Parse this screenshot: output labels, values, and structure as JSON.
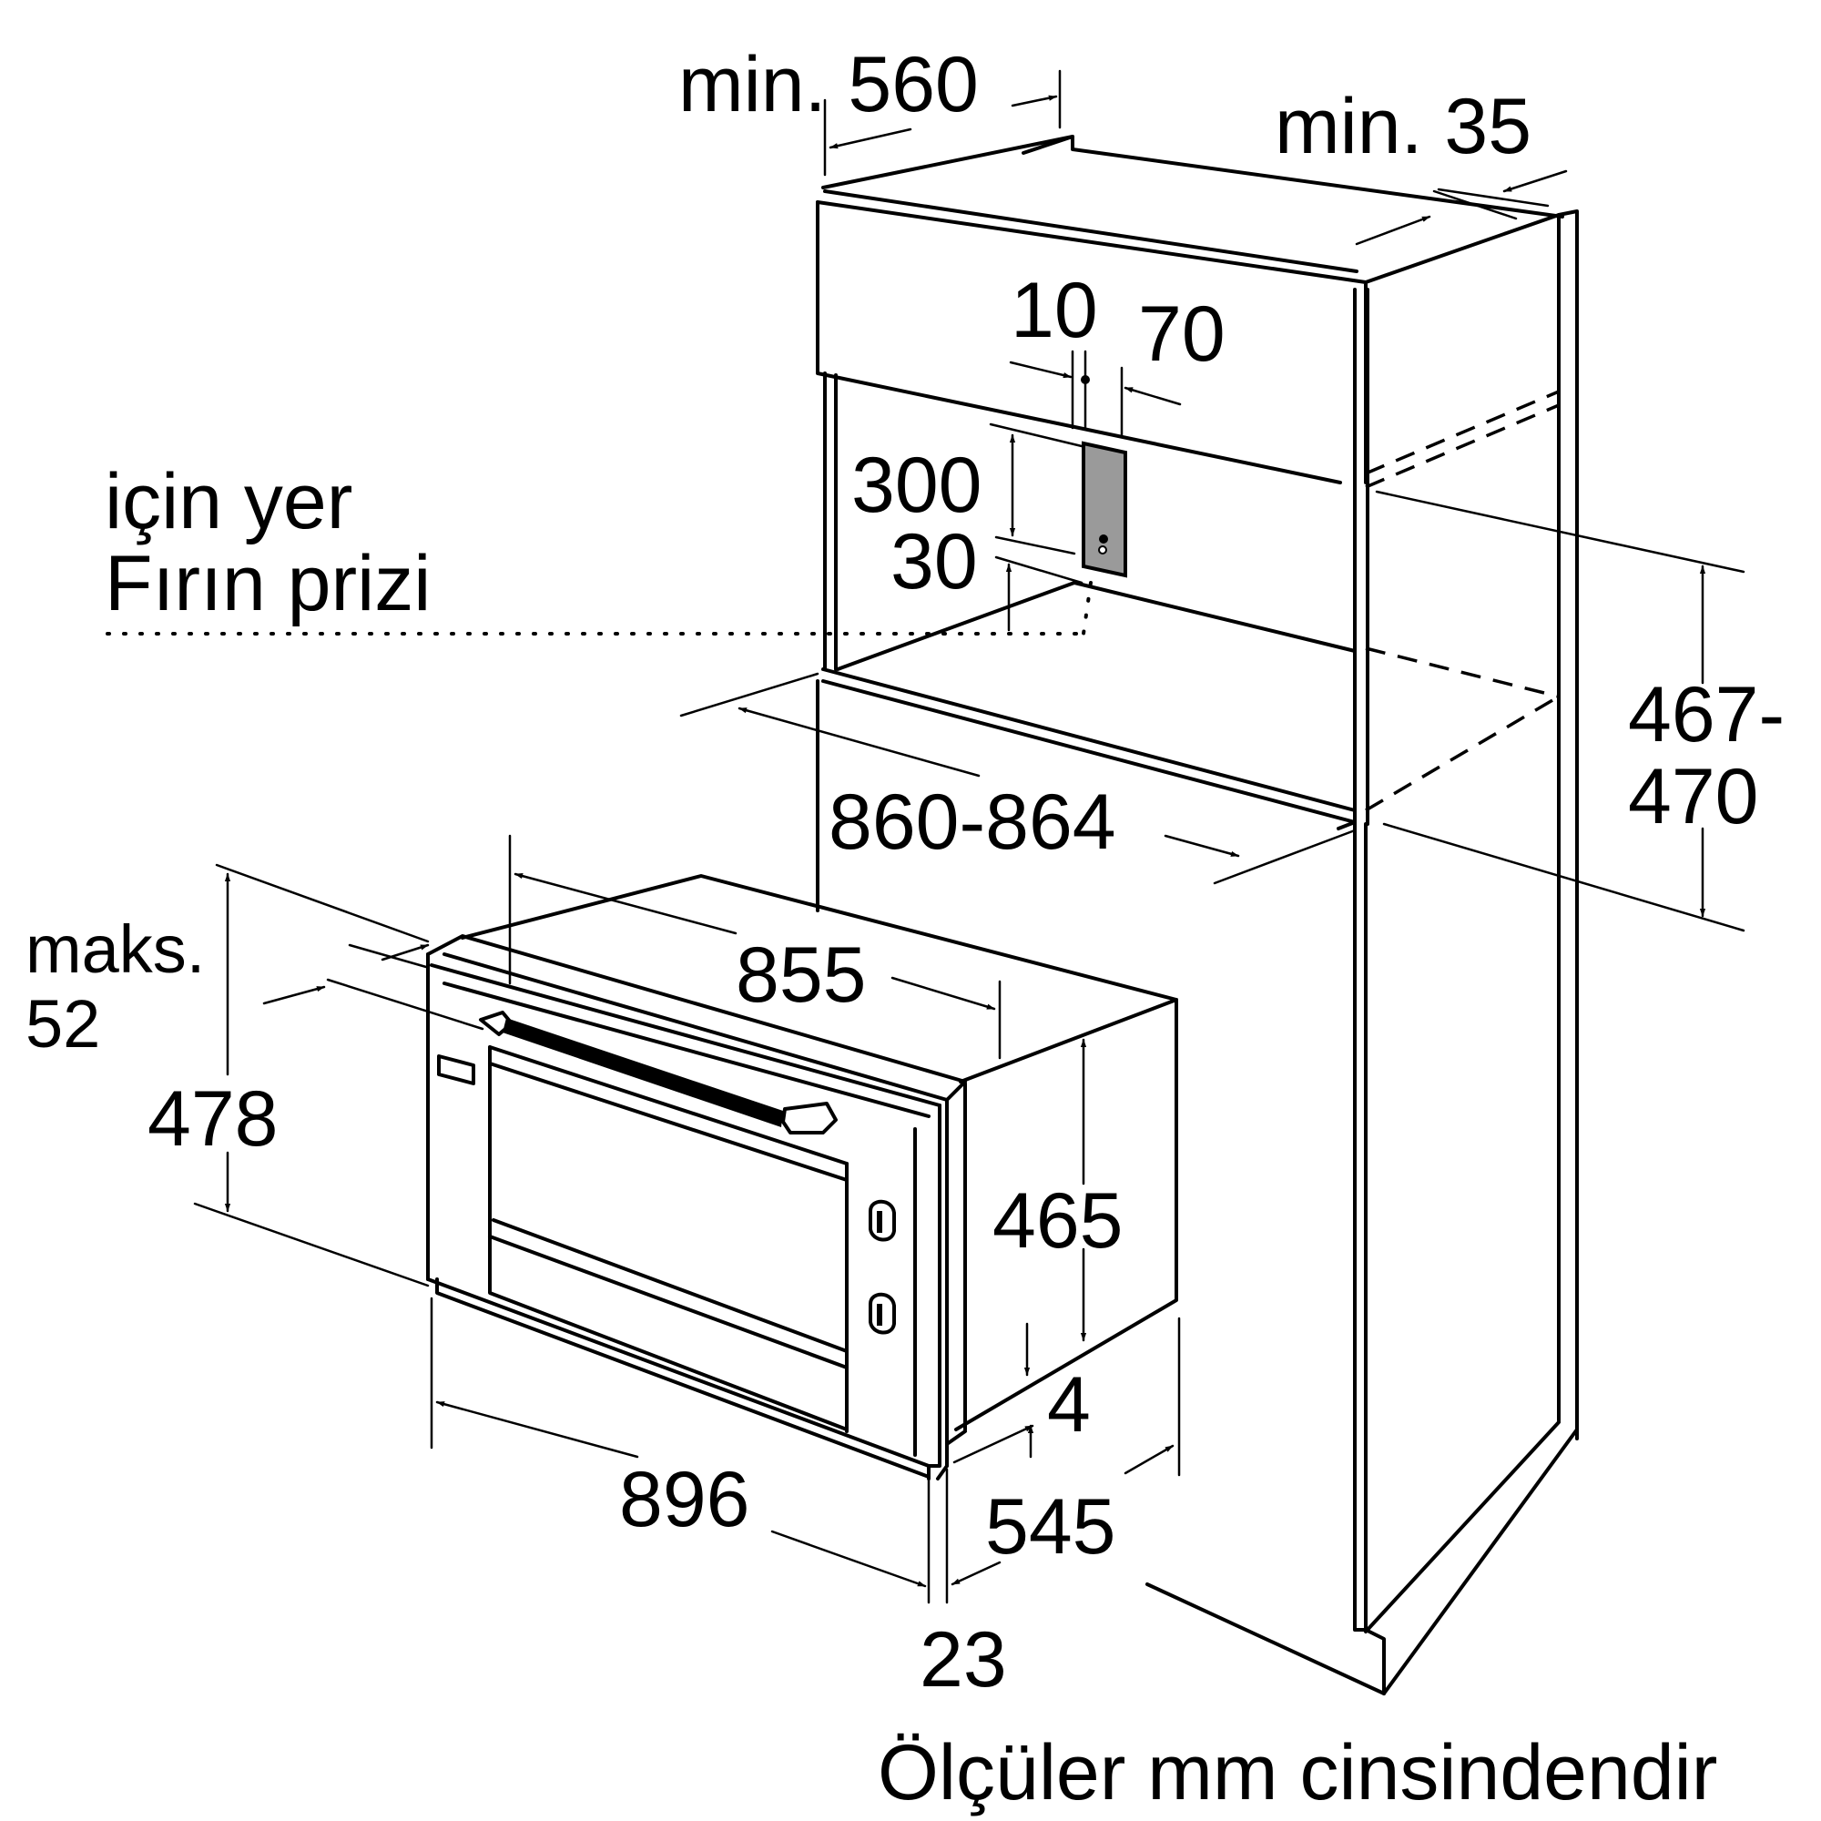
{
  "labels": {
    "min_560": "min. 560",
    "min_35": "min. 35",
    "d10": "10",
    "d70": "70",
    "d300": "300",
    "d30": "30",
    "socket_line1": "için yer",
    "socket_line2": "Fırın prizi",
    "d467_470_a": "467-",
    "d467_470_b": "470",
    "d860_864": "860-864",
    "d855": "855",
    "maks_a": "maks.",
    "maks_b": "52",
    "d478": "478",
    "d465": "465",
    "d4": "4",
    "d896": "896",
    "d545": "545",
    "d23": "23",
    "footer": "Ölçüler mm cinsindendir"
  }
}
